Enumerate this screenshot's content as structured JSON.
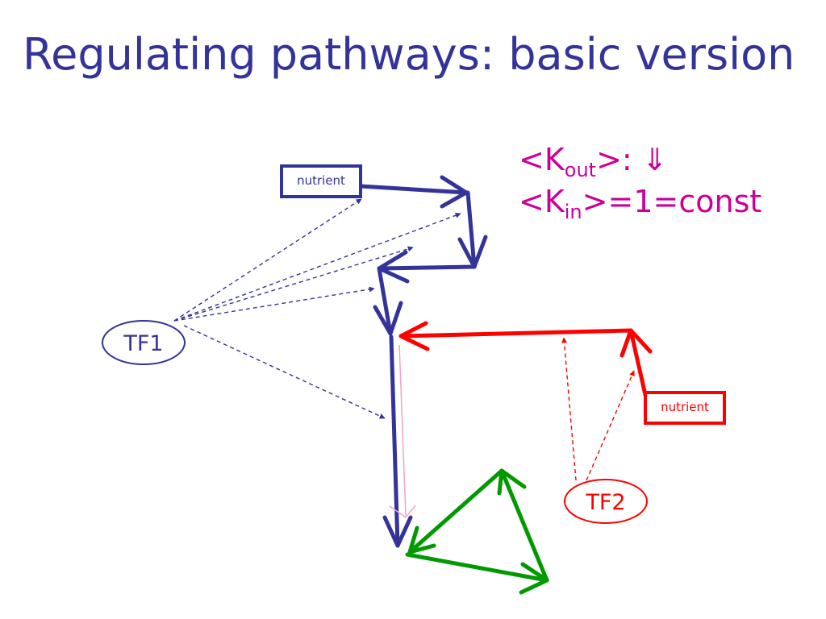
{
  "title": "Regulating pathways: basic version",
  "notes": {
    "kout": {
      "prefix": "<K",
      "sub": "out",
      "suffix": ">: ⇓"
    },
    "kin": {
      "prefix": "<K",
      "sub": "in",
      "suffix": ">=1=const"
    }
  },
  "nodes": {
    "nutrient_blue": "nutrient",
    "nutrient_red": "nutrient",
    "tf1": "TF1",
    "tf2": "TF2"
  },
  "colors": {
    "title": "#333399",
    "blue": "#333399",
    "red": "#ff0000",
    "green": "#009900",
    "magenta": "#cc0099"
  }
}
